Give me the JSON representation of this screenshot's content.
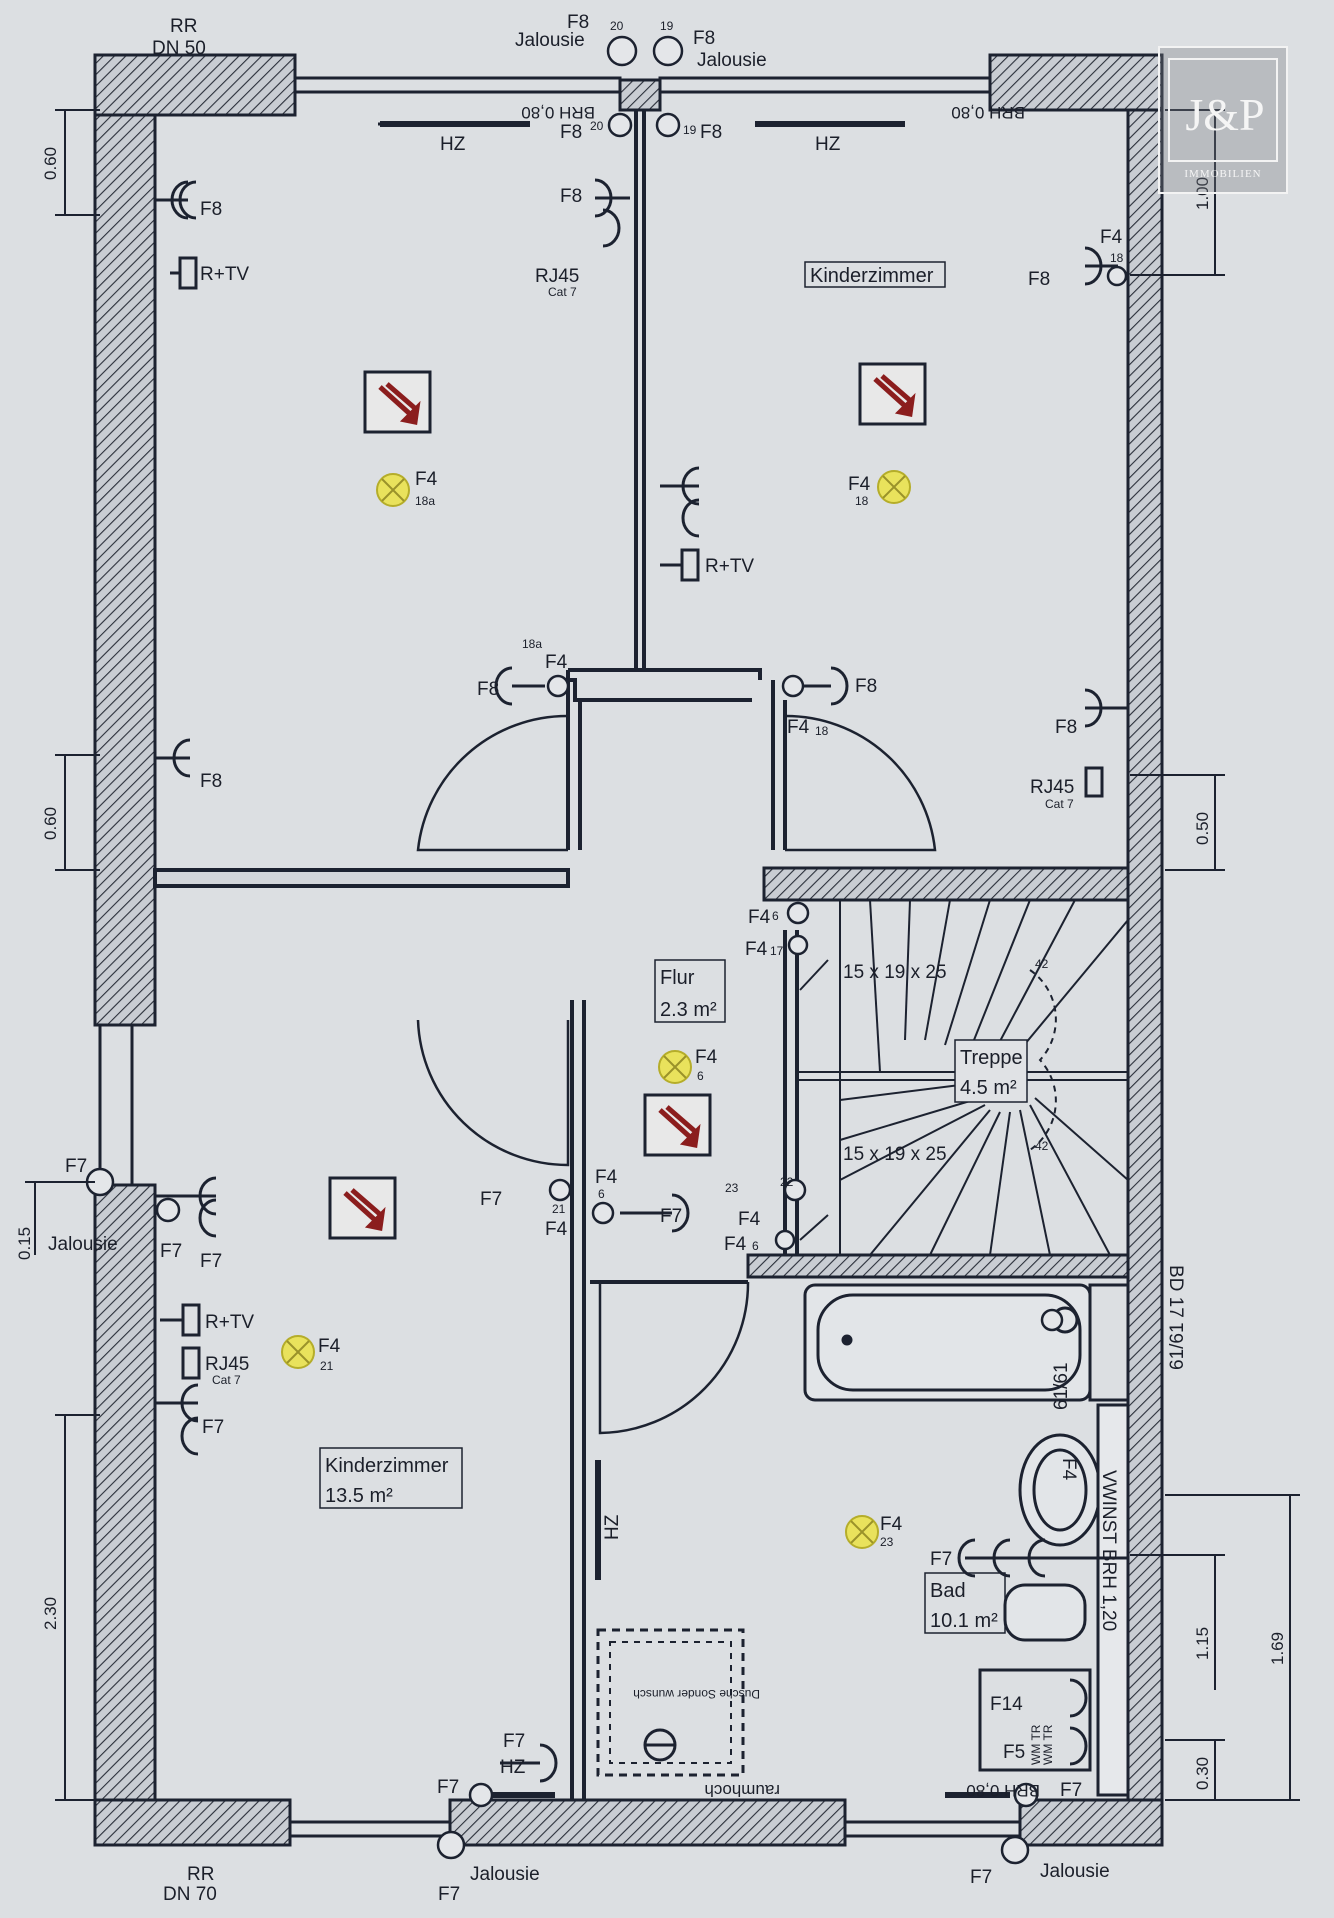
{
  "brand": {
    "mark": "J&P",
    "sub": "IMMOBILIEN"
  },
  "rooms": {
    "flur": {
      "name": "Flur",
      "area": "2.3 m²"
    },
    "treppe": {
      "name": "Treppe",
      "area": "4.5 m²"
    },
    "kinder_top": {
      "name": "Kinderzimmer"
    },
    "kinder_bottom": {
      "name": "Kinderzimmer",
      "area": "13.5 m²"
    },
    "bad": {
      "name": "Bad",
      "area": "10.1 m²"
    }
  },
  "stairs": {
    "upper": "15  x  19     x  25",
    "lower": "15  x  19     x  25",
    "step": "42"
  },
  "labels": {
    "rr": "RR",
    "dn50": "DN  50",
    "dn70": "DN  70",
    "jalousie": "Jalousie",
    "brh080": "BRH 0,80",
    "hz": "HZ",
    "rtv": "R+TV",
    "rj45": "RJ45",
    "cat7": "Cat 7",
    "vwinst": "VWINST  BRH  1,20",
    "bd": "BD 17",
    "n61": "61/61",
    "dusche": "Dusche Sonder wunsch",
    "raumhoch": "raumhoch",
    "wmtr": "WM TR"
  },
  "circuits": {
    "f4": "F4",
    "f5": "F5",
    "f7": "F7",
    "f8": "F8",
    "f14": "F14",
    "n6": "6",
    "n17": "17",
    "n18": "18",
    "n18a": "18a",
    "n19": "19",
    "n20": "20",
    "n21": "21",
    "n22": "22",
    "n23": "23"
  },
  "dimensions": {
    "d060a": "0.60",
    "d060b": "0.60",
    "d100": "1.00",
    "d050": "0.50",
    "d015": "0.15",
    "d230": "2.30",
    "d115": "1.15",
    "d169": "1.69",
    "d030": "0.30"
  },
  "colors": {
    "wall": "#1c2230",
    "lamp": "#e9e25c",
    "sign": "#8b1d1d",
    "bg": "#dcdfe2"
  }
}
